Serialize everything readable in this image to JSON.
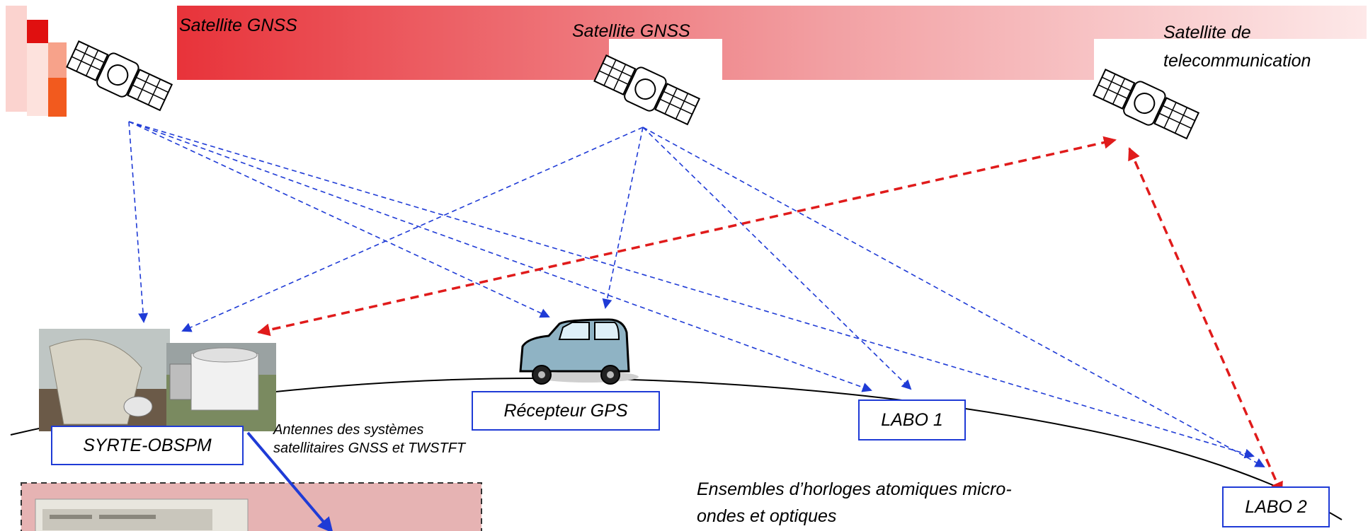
{
  "satellites": {
    "gnss_1": "Satellite GNSS",
    "gnss_2": "Satellite GNSS",
    "telecom_line1": "Satellite de",
    "telecom_line2": "telecommunication"
  },
  "stations": {
    "syrte": "SYRTE-OBSPM",
    "gps_receiver": "Récepteur GPS",
    "labo1": "LABO 1",
    "labo2": "LABO 2"
  },
  "captions": {
    "antennas_line1": "Antennes des systèmes",
    "antennas_line2": "satellitaires GNSS et TWSTFT",
    "clocks_line1": "Ensembles d’horloges atomiques micro-",
    "clocks_line2": "ondes et optiques"
  },
  "colors": {
    "gnss_link": "#1f3bd6",
    "twstft_link": "#e01b1b",
    "header_band": "#e8333a",
    "box_border": "#1f3bd6",
    "lower_panel": "#e6b3b3"
  },
  "icons": [
    "satellite-icon",
    "car-icon",
    "antenna-photo",
    "atomic-clock-photo"
  ]
}
